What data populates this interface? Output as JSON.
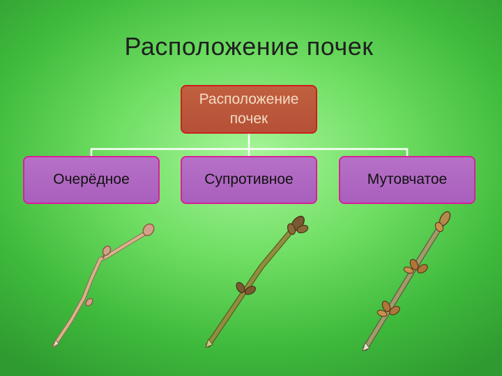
{
  "slide": {
    "title": "Расположение почек"
  },
  "chart": {
    "root": {
      "label": "Расположение почек"
    },
    "children": [
      {
        "label": "Очерёдное"
      },
      {
        "label": "Супротивное"
      },
      {
        "label": "Мутовчатое"
      }
    ]
  },
  "colors": {
    "background": "#6fde63",
    "root_fill": "#b65037",
    "root_border": "#cc1f1f",
    "child_fill": "#a95fbd",
    "child_border": "#d81f9a",
    "connector": "#ffffff"
  },
  "illustrations": [
    {
      "name": "alternate-twig",
      "color": "#d7b08b"
    },
    {
      "name": "opposite-twig",
      "color": "#8a8c3c"
    },
    {
      "name": "whorled-twig",
      "color": "#a29a66"
    }
  ]
}
